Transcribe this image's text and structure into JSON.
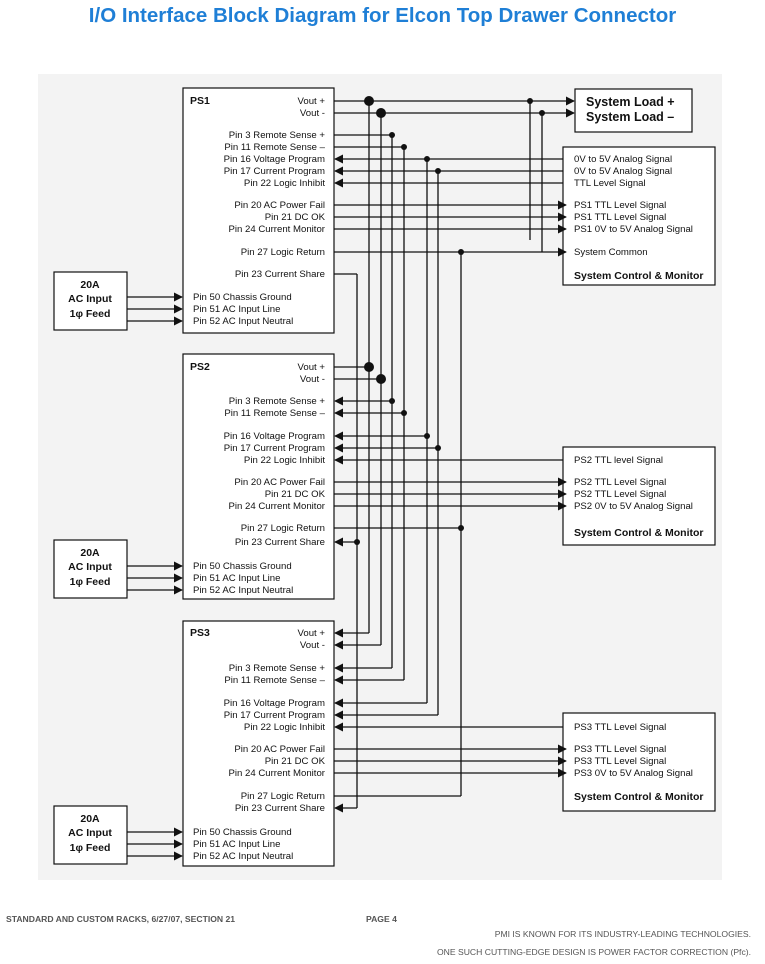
{
  "title": "I/O Interface Block Diagram for Elcon Top Drawer Connector",
  "supplies": [
    {
      "name": "PS1",
      "pins": [
        "Vout +",
        "Vout -",
        "Pin 3 Remote Sense +",
        "Pin 11 Remote Sense –",
        "Pin 16 Voltage Program",
        "Pin 17 Current  Program",
        "Pin 22 Logic Inhibit",
        "Pin 20 AC Power Fail",
        "Pin 21 DC OK",
        "Pin 24 Current Monitor",
        "Pin 27 Logic Return",
        "Pin 23 Current Share",
        "Pin 50 Chassis Ground",
        "Pin 51 AC Input Line",
        "Pin 52 AC Input Neutral"
      ]
    },
    {
      "name": "PS2",
      "pins": [
        "Vout +",
        "Vout  -",
        "Pin 3 Remote Sense +",
        "Pin 11 Remote Sense –",
        "Pin 16 Voltage Program",
        "Pin 17 Current  Program",
        "Pin 22 Logic Inhibit",
        "Pin 20 AC Power Fail",
        "Pin 21 DC OK",
        "Pin 24 Current Monitor",
        "Pin 27 Logic Return",
        "Pin 23 Current Share",
        "Pin 50 Chassis Ground",
        "Pin 51 AC Input Line",
        "Pin 52 AC Input Neutral"
      ]
    },
    {
      "name": "PS3",
      "pins": [
        "Vout +",
        "Vout  -",
        "Pin 3 Remote Sense +",
        "Pin 11 Remote Sense –",
        "Pin 16 Voltage Program",
        "Pin 17 Current  Program",
        "Pin 22 Logic Inhibit",
        "Pin 20 AC Power Fail",
        "Pin 21 DC OK",
        "Pin 24 Current Monitor",
        "Pin 27 Logic Return",
        "Pin 23 Current Share",
        "Pin 50 Chassis Ground",
        "Pin 51 AC Input Line",
        "Pin 52 AC Input Neutral"
      ]
    }
  ],
  "ac_input": [
    "20A",
    "AC Input",
    "1φ Feed"
  ],
  "system_load": [
    "System Load +",
    "System Load –"
  ],
  "control_ps1": [
    "0V to 5V Analog Signal",
    "0V to 5V Analog Signal",
    "TTL Level Signal",
    "PS1 TTL Level Signal",
    "PS1 TTL Level Signal",
    "PS1  0V to 5V Analog Signal",
    "System Common"
  ],
  "control_ps2": [
    "PS2 TTL level Signal",
    "PS2 TTL Level Signal",
    "PS2 TTL Level Signal",
    "PS2  0V to 5V Analog Signal"
  ],
  "control_ps3": [
    "PS3 TTL Level Signal",
    "PS3 TTL Level Signal",
    "PS3 TTL Level Signal",
    "PS3  0V to 5V Analog Signal"
  ],
  "control_title": "System Control & Monitor",
  "footer": {
    "left": "STANDARD AND CUSTOM RACKS, 6/27/07, SECTION 21",
    "page": "PAGE 4",
    "line1": "PMI IS KNOWN FOR ITS INDUSTRY-LEADING TECHNOLOGIES.",
    "line2": "ONE SUCH CUTTING-EDGE DESIGN IS POWER FACTOR CORRECTION (Pfc)."
  }
}
